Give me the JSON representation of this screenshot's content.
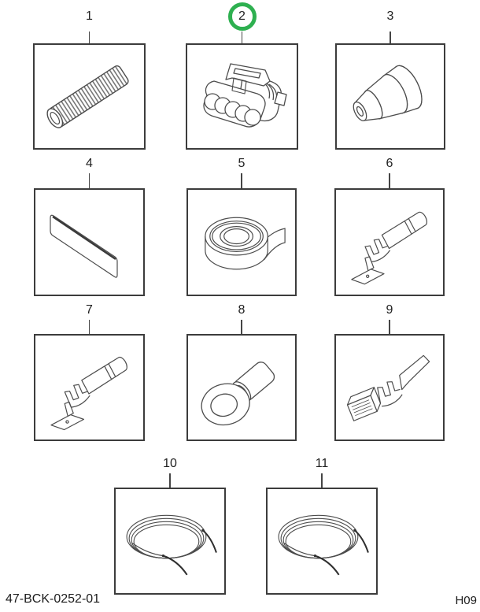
{
  "sheet": {
    "background": "#ffffff",
    "box_border_color": "#3c3c3c",
    "line_art_color": "#4c4c4c",
    "accent_green": "#2eb050"
  },
  "footer": {
    "left_code": "47-BCK-0252-01",
    "right_code": "H09"
  },
  "highlight": {
    "circled_item_number": "2"
  },
  "items": [
    {
      "number": "1",
      "drawing": "corrugated-loom"
    },
    {
      "number": "2",
      "drawing": "multi-cavity-connector",
      "circled": true
    },
    {
      "number": "3",
      "drawing": "cable-seal-grommet"
    },
    {
      "number": "4",
      "drawing": "flat-sleeve-strip"
    },
    {
      "number": "5",
      "drawing": "tape-roll"
    },
    {
      "number": "6",
      "drawing": "male-pin-terminal"
    },
    {
      "number": "7",
      "drawing": "male-pin-terminal"
    },
    {
      "number": "8",
      "drawing": "ring-terminal"
    },
    {
      "number": "9",
      "drawing": "female-box-terminal"
    },
    {
      "number": "10",
      "drawing": "wire-coil"
    },
    {
      "number": "11",
      "drawing": "wire-coil"
    }
  ]
}
